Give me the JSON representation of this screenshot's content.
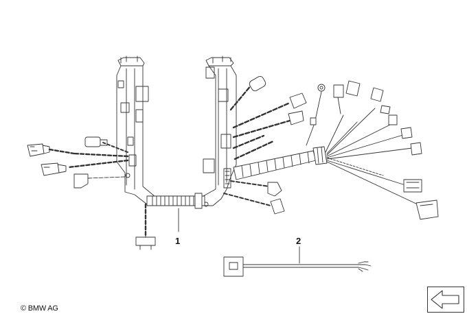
{
  "callouts": {
    "part_1": "1",
    "part_2": "2"
  },
  "footer": {
    "copyright": "© BMW AG"
  },
  "icons": {
    "nav_arrow": "left-arrow-icon"
  },
  "colors": {
    "line": "#333333",
    "background": "#ffffff"
  }
}
